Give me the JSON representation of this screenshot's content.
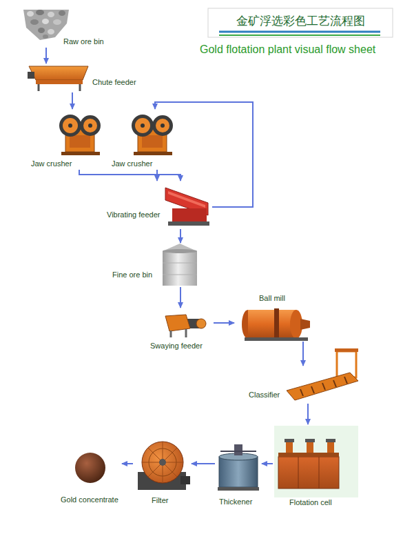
{
  "diagram": {
    "title": "金矿浮选彩色工艺流程图",
    "nodes": [
      {
        "text": [
          "Raw ore bin"
        ]
      },
      {
        "text": [
          "Chute feeder"
        ]
      },
      {
        "text": [
          "Jaw crusher"
        ]
      },
      {
        "text": [
          "Jaw crusher"
        ]
      },
      {
        "text": [
          "Vibrating feeder"
        ]
      },
      {
        "text": [
          "Fine ore bin"
        ]
      },
      {
        "text": [
          "Swaying feeder"
        ]
      },
      {
        "text": [
          "Ball mill"
        ]
      },
      {
        "text": [
          "Classifier"
        ]
      },
      {
        "text": [
          "Flotation cell"
        ]
      },
      {
        "text": [
          "Thickener"
        ]
      },
      {
        "text": [
          "Filter"
        ]
      },
      {
        "text": [
          "Gold concentrate"
        ]
      }
    ],
    "edges": [
      {
        "from": 0,
        "to": 1,
        "arrow": "to"
      },
      {
        "from": 1,
        "to": 2,
        "arrow": "to"
      },
      {
        "from": 2,
        "to": 4,
        "arrow": "to"
      },
      {
        "from": 3,
        "to": 4,
        "arrow": "to"
      },
      {
        "from": 4,
        "to": 3,
        "arrow": "to"
      },
      {
        "from": 4,
        "to": 5,
        "arrow": "to"
      },
      {
        "from": 5,
        "to": 6,
        "arrow": "to"
      },
      {
        "from": 6,
        "to": 7,
        "arrow": "to"
      },
      {
        "from": 7,
        "to": 8,
        "arrow": "to"
      },
      {
        "from": 8,
        "to": 9,
        "arrow": "to"
      },
      {
        "from": 9,
        "to": 10,
        "arrow": "to"
      },
      {
        "from": 10,
        "to": 11,
        "arrow": "to"
      },
      {
        "from": 11,
        "to": 12,
        "arrow": "to"
      }
    ],
    "labels": [
      "Gold flotation plant visual flow sheet"
    ]
  }
}
